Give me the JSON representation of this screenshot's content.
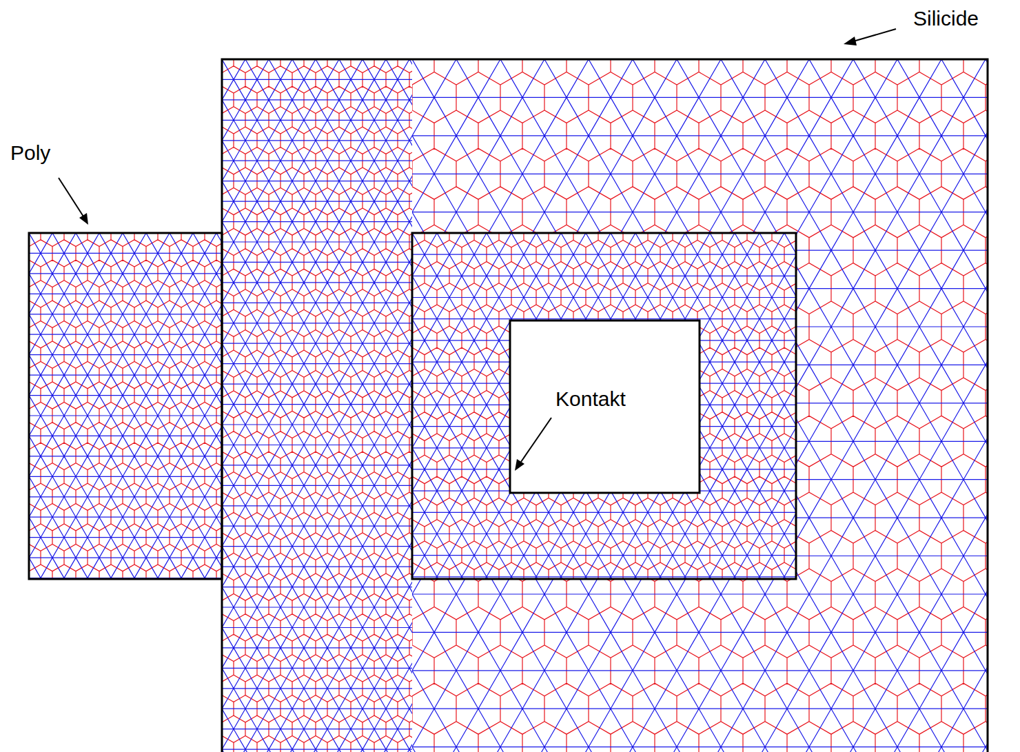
{
  "diagram": {
    "labels": [
      "Silicide",
      "Poly",
      "Kontakt"
    ]
  }
}
